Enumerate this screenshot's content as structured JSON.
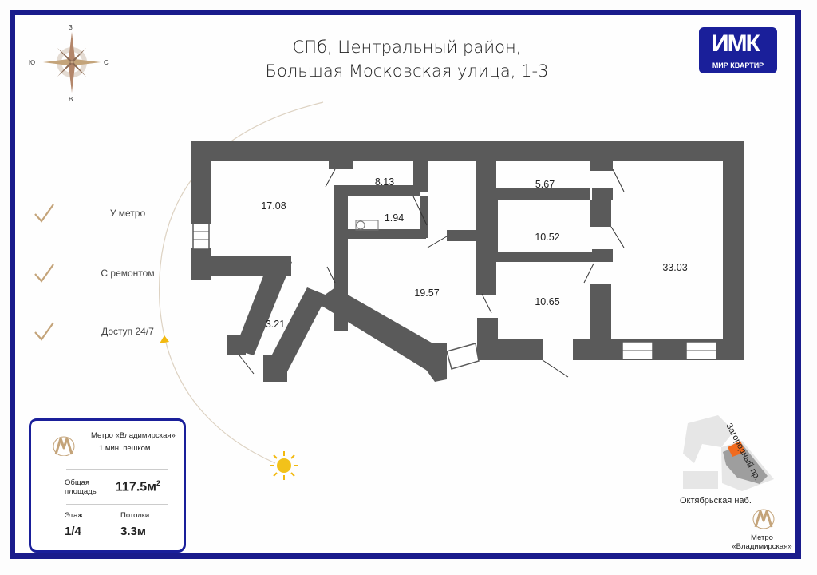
{
  "title": {
    "line1": "СПб, Центральный район,",
    "line2": "Большая Московская улица, 1-3"
  },
  "logo": {
    "mark": "ИМК",
    "text": "МИР КВАРТИР"
  },
  "compass": {
    "north": "З",
    "south": "В",
    "west": "Ю",
    "east": "С"
  },
  "features": [
    {
      "label": "У метро",
      "icon": "check-icon"
    },
    {
      "label": "С ремонтом",
      "icon": "check-icon"
    },
    {
      "label": "Доступ 24/7",
      "icon": "check-icon"
    }
  ],
  "rooms": [
    {
      "id": "room-17",
      "area": "17.08"
    },
    {
      "id": "room-8",
      "area": "8.13"
    },
    {
      "id": "room-1",
      "area": "1.94"
    },
    {
      "id": "room-5",
      "area": "5.67"
    },
    {
      "id": "room-10a",
      "area": "10.52"
    },
    {
      "id": "room-33",
      "area": "33.03"
    },
    {
      "id": "room-19",
      "area": "19.57"
    },
    {
      "id": "room-10b",
      "area": "10.65"
    },
    {
      "id": "room-3",
      "area": "3.21"
    }
  ],
  "info": {
    "metro_name": "Метро «Владимирская»",
    "metro_distance": "1 мин. пешком",
    "area_label_1": "Общая",
    "area_label_2": "площадь",
    "area_value": "117.5м",
    "area_sup": "2",
    "floor_label": "Этаж",
    "floor_value": "1/4",
    "ceiling_label": "Потолки",
    "ceiling_value": "3.3м"
  },
  "map": {
    "street_1": "Загородный пр.",
    "street_2": "Октябрьская наб.",
    "metro_line1": "Метро",
    "metro_line2": "«Владимирская»"
  },
  "colors": {
    "brand": "#1a1f9a",
    "wall": "#5a5a5a",
    "accent": "#c4a47a",
    "highlight": "#f06a1e"
  }
}
